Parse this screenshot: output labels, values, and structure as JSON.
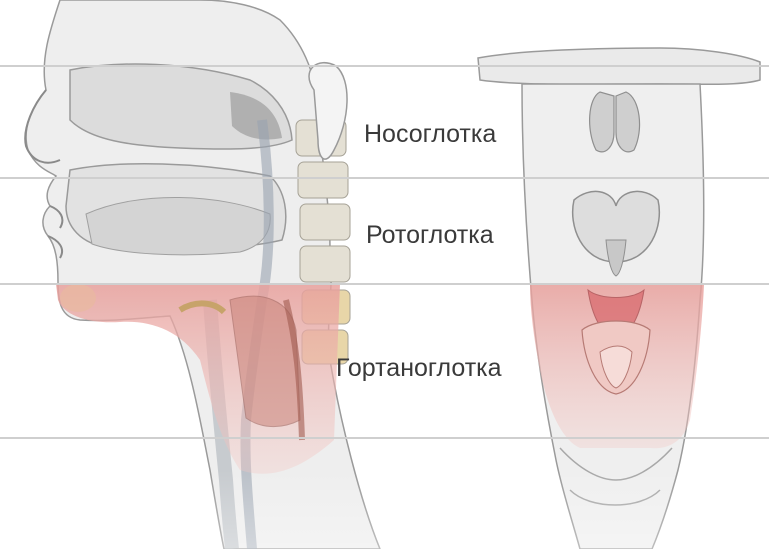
{
  "labels": {
    "nasopharynx": "Носоглотка",
    "oropharynx": "Ротоглотка",
    "laryngopharynx": "Гортаноглотка"
  },
  "colors": {
    "highlight": "#e9a8a4",
    "outline": "#8a8a8a",
    "tissue": "#e6e6e6",
    "band_line": "#cfcfcf"
  }
}
